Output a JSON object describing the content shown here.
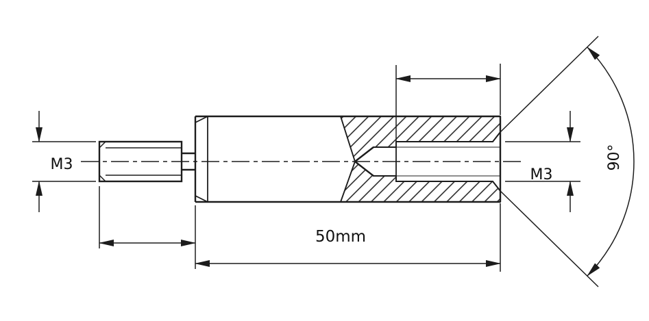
{
  "drawing": {
    "type": "technical-drawing",
    "subject": "hex standoff male-female, sectioned view",
    "colors": {
      "background": "#ffffff",
      "line": "#1c1c1c",
      "text": "#111111"
    },
    "labels": {
      "left_thread": "M3",
      "right_thread": "M3",
      "body_length": "50mm",
      "countersink_angle": "90°"
    }
  }
}
